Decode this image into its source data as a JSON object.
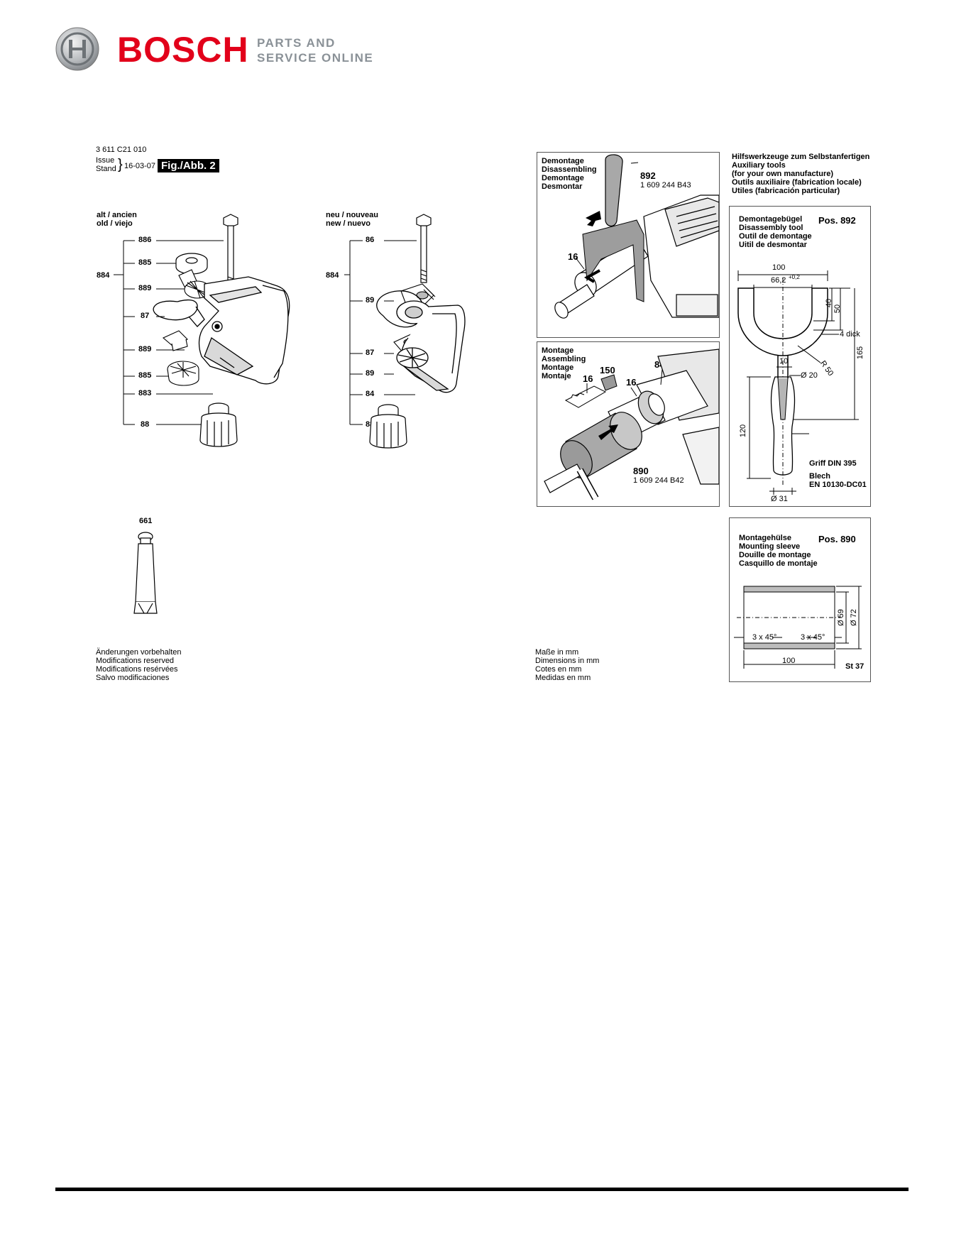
{
  "header": {
    "brand_name": "BOSCH",
    "brand_sub_line1": "PARTS AND",
    "brand_sub_line2": "SERVICE ONLINE",
    "logo_icon": "bosch-armature-icon"
  },
  "docinfo": {
    "part_number": "3 611 C21 010",
    "issue_label": "Issue",
    "stand_label": "Stand",
    "date": "16-03-07",
    "figure": "Fig./Abb. 2"
  },
  "old_assembly": {
    "title_line1": "alt / ancien",
    "title_line2": "old / viejo",
    "group": "884",
    "labels": [
      "886",
      "885",
      "889",
      "87",
      "889",
      "885",
      "883",
      "88"
    ]
  },
  "new_assembly": {
    "title_line1": "neu / nouveau",
    "title_line2": "new / nuevo",
    "group": "884",
    "labels": [
      "86",
      "89",
      "87",
      "89",
      "84",
      "88"
    ]
  },
  "grease": {
    "label": "661"
  },
  "notes_left": [
    "Änderungen vorbehalten",
    "Modifications reserved",
    "Modifications resérvées",
    "Salvo modificaciones"
  ],
  "notes_right": [
    "Maße in mm",
    "Dimensions in mm",
    "Cotes en mm",
    "Medidas en mm"
  ],
  "disassembly": {
    "heading": [
      "Demontage",
      "Disassembling",
      "Demontage",
      "Desmontar"
    ],
    "tool_pos": "892",
    "tool_number": "1 609 244 B43",
    "part_label": "16"
  },
  "assembly": {
    "heading": [
      "Montage",
      "Assembling",
      "Montage",
      "Montaje"
    ],
    "labels": [
      "16",
      "150",
      "16",
      "840"
    ],
    "tool_pos": "890",
    "tool_number": "1 609 244 B42"
  },
  "aux_tools": {
    "heading": [
      "Hilfswerkzeuge zum Selbstanfertigen",
      "Auxiliary tools",
      "(for your own manufacture)",
      "Outils auxiliaire (fabrication locale)",
      "Utiles (fabricación particular)"
    ]
  },
  "disassembly_tool": {
    "heading": [
      "Demontagebügel",
      "Disassembly tool",
      "Outil de demontage",
      "Uitil de desmontar"
    ],
    "pos": "Pos. 892",
    "dims": {
      "width": "100",
      "inner": "66,2",
      "tol": "+0,2",
      "d40": "40",
      "d50": "50",
      "d165": "165",
      "thick": "4 dick",
      "d10": "10",
      "r50": "R 50",
      "d20": "Ø 20",
      "d120": "120",
      "d31": "Ø 31"
    },
    "grip": "Griff DIN 395",
    "sheet_label": "Blech",
    "sheet_spec": "EN 10130-DC01"
  },
  "mounting_sleeve": {
    "heading": [
      "Montagehülse",
      "Mounting sleeve",
      "Douille de montage",
      "Casquillo de montaje"
    ],
    "pos": "Pos. 890",
    "dims": {
      "chamfer_left": "3 x 45°",
      "chamfer_right": "3 x 45°",
      "length": "100",
      "inner_d": "Ø 59",
      "outer_d": "Ø 72"
    },
    "material": "St 37"
  }
}
